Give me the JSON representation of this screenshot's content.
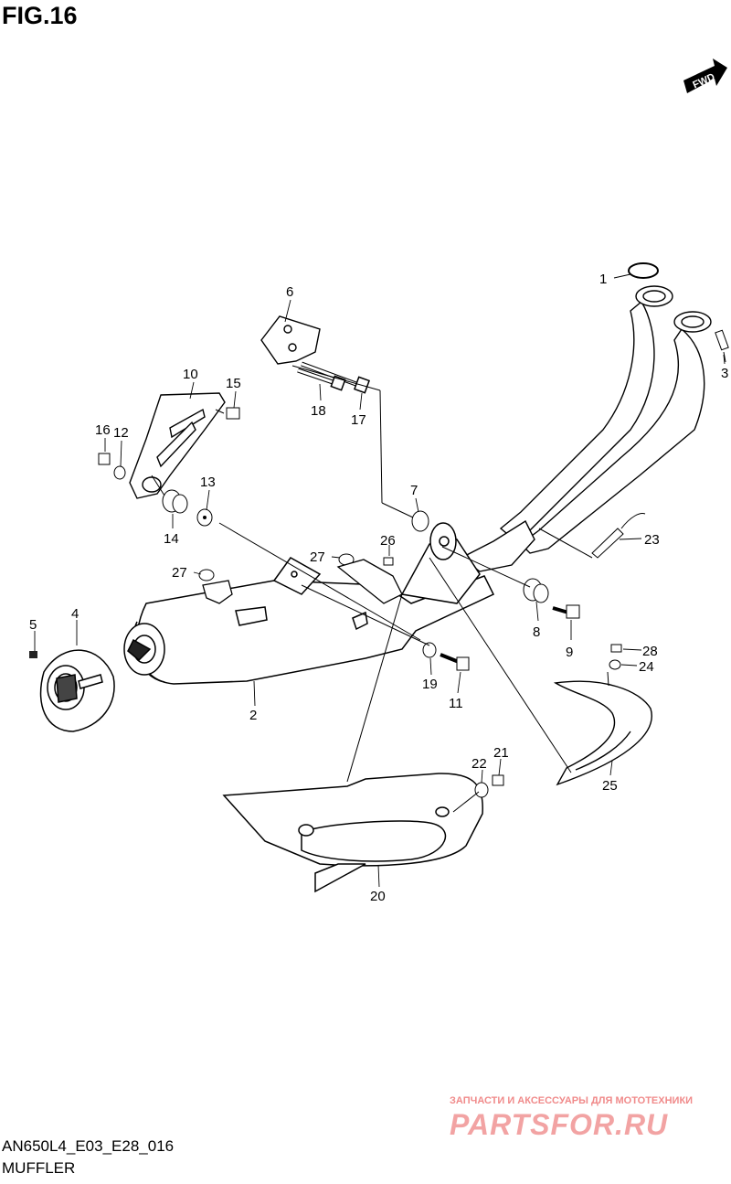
{
  "figure": {
    "title": "FIG.16"
  },
  "fwd": {
    "label": "FWD"
  },
  "callouts": {
    "p1": "1",
    "p2": "2",
    "p3": "3",
    "p4": "4",
    "p5": "5",
    "p6": "6",
    "p7": "7",
    "p8": "8",
    "p9": "9",
    "p10": "10",
    "p11": "11",
    "p12": "12",
    "p13": "13",
    "p14": "14",
    "p15": "15",
    "p16": "16",
    "p17": "17",
    "p18": "18",
    "p19": "19",
    "p20": "20",
    "p21": "21",
    "p22": "22",
    "p23": "23",
    "p24": "24",
    "p25": "25",
    "p26": "26",
    "p27a": "27",
    "p27b": "27",
    "p28": "28"
  },
  "footer": {
    "code": "AN650L4_E03_E28_016",
    "name": "MUFFLER"
  },
  "watermark": {
    "tagline": "ЗАПЧАСТИ И АКСЕССУАРЫ ДЛЯ МОТОТЕХНИКИ",
    "logo": "PARTSFOR.RU"
  }
}
